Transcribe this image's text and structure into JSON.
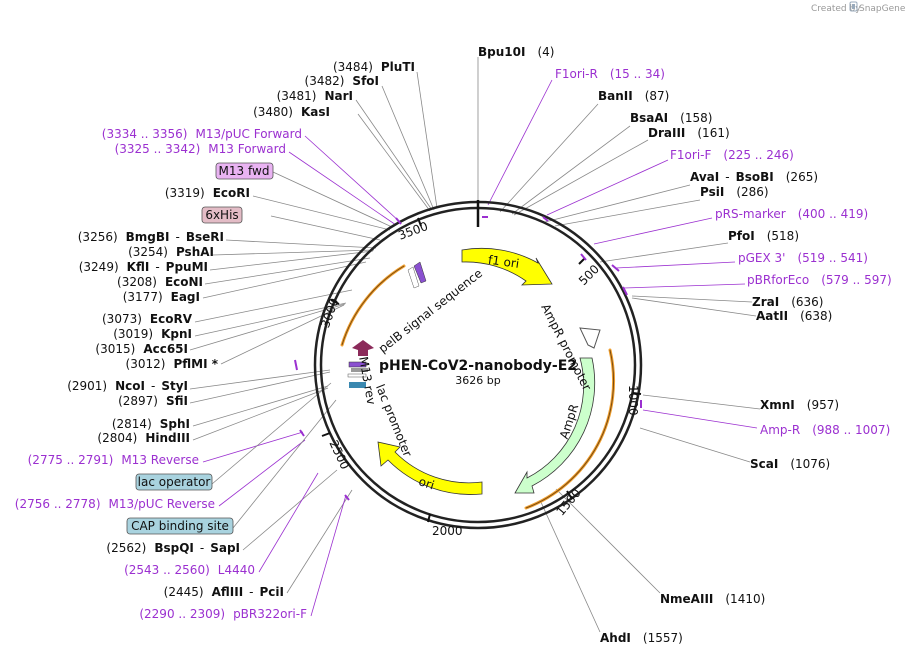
{
  "credit": {
    "created_by": "Created by",
    "brand": "SnapGene"
  },
  "plasmid": {
    "name": "pHEN-CoV2-nanobody-E2",
    "size": "3626 bp"
  },
  "ticks": [
    "500",
    "1000",
    "1500",
    "2000",
    "2500",
    "3000",
    "3500"
  ],
  "features": [
    {
      "label": "f1 ori"
    },
    {
      "label": "AmpR promoter"
    },
    {
      "label": "AmpR"
    },
    {
      "label": "ori"
    },
    {
      "label": "lac promoter"
    },
    {
      "label": "M13 rev"
    },
    {
      "label": "pelB signal sequence"
    }
  ],
  "right_sites": [
    {
      "name": "Bpu10I",
      "pos": "(4)"
    },
    {
      "name": "BanII",
      "pos": "(87)"
    },
    {
      "name": "BsaAI",
      "pos": "(158)"
    },
    {
      "name": "DraIII",
      "pos": "(161)"
    },
    {
      "name": "AvaI",
      "sep": "-",
      "name2": "BsoBI",
      "pos": "(265)"
    },
    {
      "name": "PsiI",
      "pos": "(286)"
    },
    {
      "name": "PfoI",
      "pos": "(518)"
    },
    {
      "name": "ZraI",
      "pos": "(636)"
    },
    {
      "name": "AatII",
      "pos": "(638)"
    },
    {
      "name": "XmnI",
      "pos": "(957)"
    },
    {
      "name": "ScaI",
      "pos": "(1076)"
    },
    {
      "name": "NmeAIII",
      "pos": "(1410)"
    },
    {
      "name": "AhdI",
      "pos": "(1557)"
    }
  ],
  "right_primers": [
    {
      "name": "F1ori-R",
      "range": "(15 .. 34)"
    },
    {
      "name": "F1ori-F",
      "range": "(225 .. 246)"
    },
    {
      "name": "pRS-marker",
      "range": "(400 .. 419)"
    },
    {
      "name": "pGEX 3'",
      "range": "(519 .. 541)"
    },
    {
      "name": "pBRforEco",
      "range": "(579 .. 597)"
    },
    {
      "name": "Amp-R",
      "range": "(988 .. 1007)"
    }
  ],
  "left_sites": [
    {
      "pos": "(3484)",
      "name": "PluTI"
    },
    {
      "pos": "(3482)",
      "name": "SfoI"
    },
    {
      "pos": "(3481)",
      "name": "NarI"
    },
    {
      "pos": "(3480)",
      "name": "KasI"
    },
    {
      "pos": "(3319)",
      "name": "EcoRI"
    },
    {
      "pos": "(3256)",
      "name": "BmgBI",
      "sep": "-",
      "name2": "BseRI"
    },
    {
      "pos": "(3254)",
      "name": "PshAI"
    },
    {
      "pos": "(3249)",
      "name": "KflI",
      "sep": "-",
      "name2": "PpuMI"
    },
    {
      "pos": "(3208)",
      "name": "EcoNI"
    },
    {
      "pos": "(3177)",
      "name": "EagI"
    },
    {
      "pos": "(3073)",
      "name": "EcoRV"
    },
    {
      "pos": "(3019)",
      "name": "KpnI"
    },
    {
      "pos": "(3015)",
      "name": "Acc65I"
    },
    {
      "pos": "(3012)",
      "name": "PflMI *"
    },
    {
      "pos": "(2901)",
      "name": "NcoI",
      "sep": "-",
      "name2": "StyI"
    },
    {
      "pos": "(2897)",
      "name": "SfiI"
    },
    {
      "pos": "(2814)",
      "name": "SphI"
    },
    {
      "pos": "(2804)",
      "name": "HindIII"
    },
    {
      "pos": "(2562)",
      "name": "BspQI",
      "sep": "-",
      "name2": "SapI"
    },
    {
      "pos": "(2445)",
      "name": "AflIII",
      "sep": "-",
      "name2": "PciI"
    }
  ],
  "left_primers": [
    {
      "range": "(3334 .. 3356)",
      "name": "M13/pUC Forward"
    },
    {
      "range": "(3325 .. 3342)",
      "name": "M13 Forward"
    },
    {
      "range": "(2775 .. 2791)",
      "name": "M13 Reverse"
    },
    {
      "range": "(2756 .. 2778)",
      "name": "M13/pUC Reverse"
    },
    {
      "range": "(2543 .. 2560)",
      "name": "L4440"
    },
    {
      "range": "(2290 .. 2309)",
      "name": "pBR322ori-F"
    }
  ],
  "boxed_features": [
    {
      "label": "M13 fwd",
      "color": "#e9b3f2"
    },
    {
      "label": "6xHis",
      "color": "#e3bcc6"
    },
    {
      "label": "lac operator",
      "color": "#a9d3df"
    },
    {
      "label": "CAP binding site",
      "color": "#a9d3df"
    }
  ],
  "colors": {
    "backbone": "#222222",
    "primer": "#9b30d0",
    "site_line": "#888888",
    "f1_ori": "#ffff00",
    "ampr": "#ccffcc",
    "orf_highlight": "#f0a030"
  }
}
